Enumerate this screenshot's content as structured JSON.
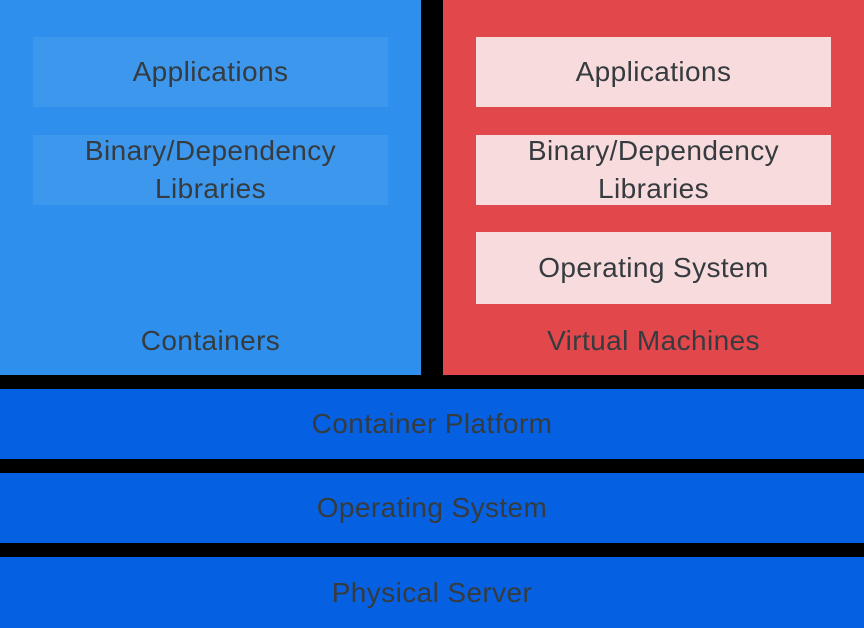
{
  "palette": {
    "container_panel": "#2E90EC",
    "container_box": "rgba(255,255,255,0.07)",
    "vm_panel": "#E2474B",
    "vm_box": "#F8DBDC",
    "platform_bar": "#0561E2",
    "divider": "#000000",
    "text_dark": "#363B3F"
  },
  "containers_panel": {
    "label": "Containers",
    "boxes": [
      {
        "lines": [
          "Applications"
        ]
      },
      {
        "lines": [
          "Binary/Dependency",
          "Libraries"
        ]
      }
    ]
  },
  "vm_panel": {
    "label": "Virtual Machines",
    "boxes": [
      {
        "lines": [
          "Applications"
        ]
      },
      {
        "lines": [
          "Binary/Dependency",
          "Libraries"
        ]
      },
      {
        "lines": [
          "Operating System"
        ]
      }
    ]
  },
  "bottom_bars": [
    {
      "label": "Container Platform"
    },
    {
      "label": "Operating System"
    },
    {
      "label": "Physical Server"
    }
  ]
}
